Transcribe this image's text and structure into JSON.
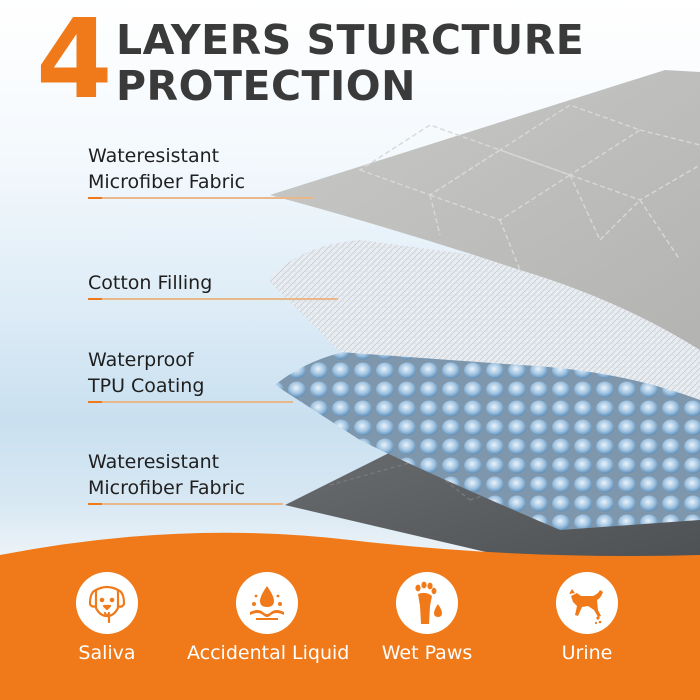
{
  "headline": {
    "number": "4",
    "line1": "LAYERS STURCTURE",
    "line2": "PROTECTION"
  },
  "layers": [
    {
      "line1": "Wateresistant",
      "line2": "Microfiber Fabric"
    },
    {
      "line1": "Cotton Filling",
      "line2": ""
    },
    {
      "line1": "Waterproof",
      "line2": "TPU Coating"
    },
    {
      "line1": "Wateresistant",
      "line2": "Microfiber Fabric"
    }
  ],
  "features": [
    {
      "label": "Saliva",
      "icon": "dog-face-icon"
    },
    {
      "label": "Accidental Liquid",
      "icon": "liquid-splash-icon"
    },
    {
      "label": "Wet Paws",
      "icon": "wet-paw-icon"
    },
    {
      "label": "Urine",
      "icon": "dog-urinating-icon"
    }
  ],
  "colors": {
    "accent": "#f07a1a",
    "title": "#3a3a3a",
    "top_fabric": "#bdbdbb",
    "bottom_fabric": "#5d6063"
  }
}
